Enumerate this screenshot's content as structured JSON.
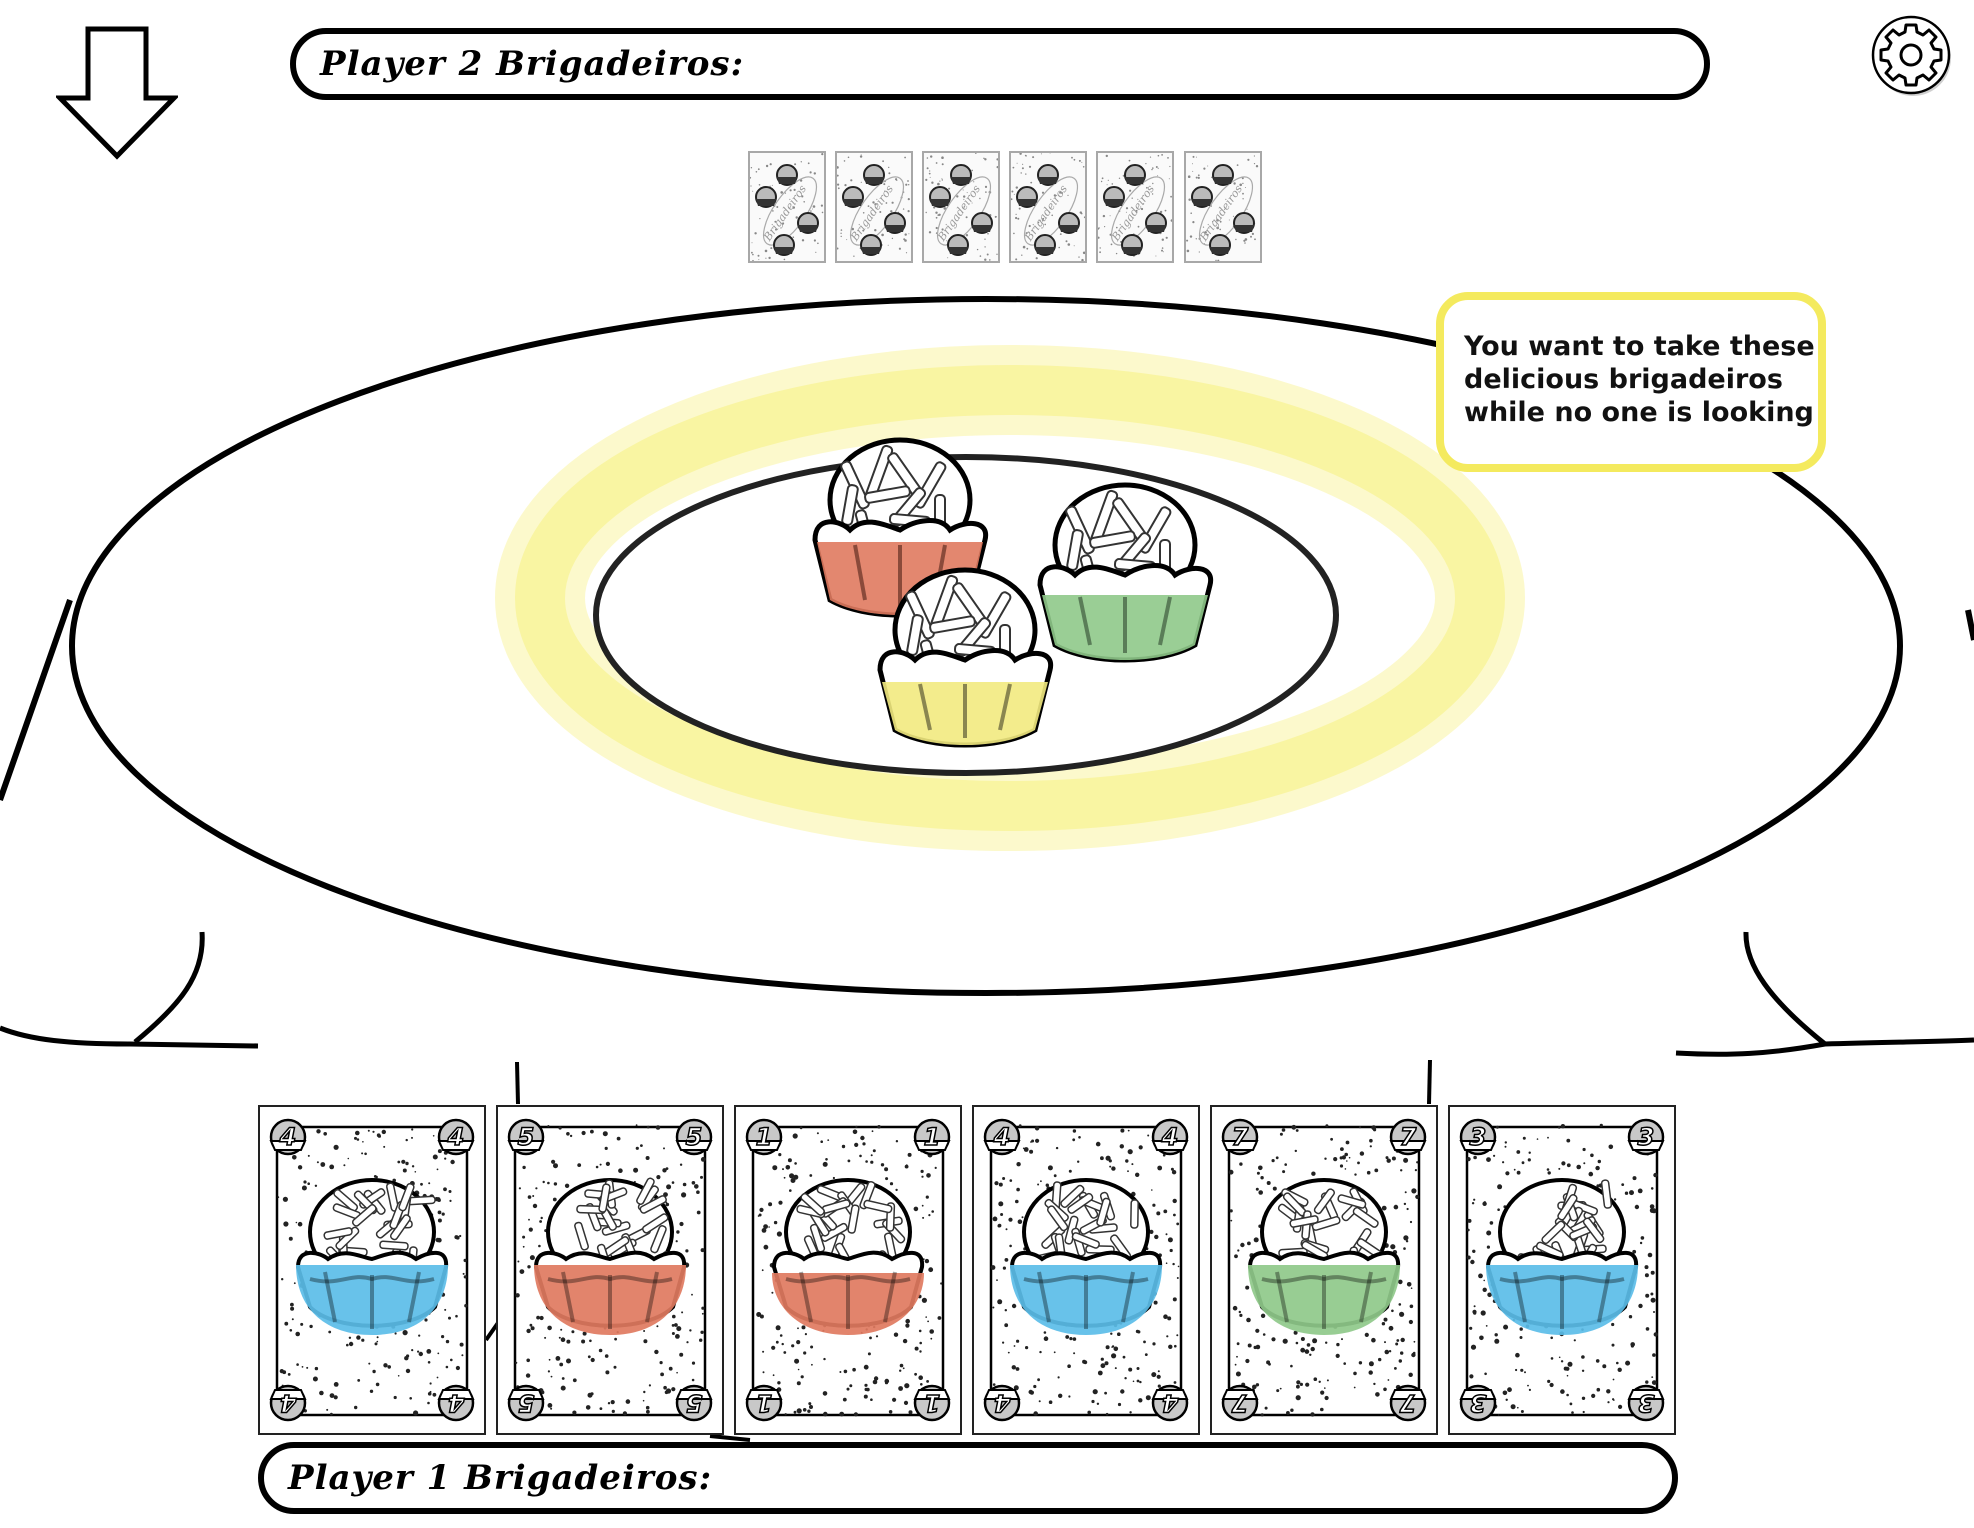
{
  "hud": {
    "player2_label": "Player 2 Brigadeiros:",
    "player1_label": "Player 1 Brigadeiros:",
    "settings_icon": "gear-icon",
    "arrow_icon": "down-arrow-icon"
  },
  "opponent_hand": {
    "count": 6,
    "card_back_text": "Brigadeiros"
  },
  "bubble": {
    "lines": [
      "You want to take these",
      "delicious brigadeiros",
      "while no one is looking"
    ]
  },
  "plate": {
    "brigadeiros": [
      {
        "color_name": "red",
        "color": "#e07a5f"
      },
      {
        "color_name": "green",
        "color": "#8fc98a"
      },
      {
        "color_name": "yellow",
        "color": "#f2ea80"
      }
    ],
    "highlight_color": "#f7ef6e"
  },
  "player_hand": [
    {
      "rank": "4",
      "color_name": "blue",
      "color": "#5bbde8"
    },
    {
      "rank": "5",
      "color_name": "red",
      "color": "#e07a5f"
    },
    {
      "rank": "1",
      "color_name": "red",
      "color": "#e07a5f"
    },
    {
      "rank": "4",
      "color_name": "blue",
      "color": "#5bbde8"
    },
    {
      "rank": "7",
      "color_name": "green",
      "color": "#8fc98a"
    },
    {
      "rank": "3",
      "color_name": "blue",
      "color": "#5bbde8"
    }
  ],
  "colors": {
    "bubble_border": "#f4ea5e",
    "outline": "#000000"
  }
}
